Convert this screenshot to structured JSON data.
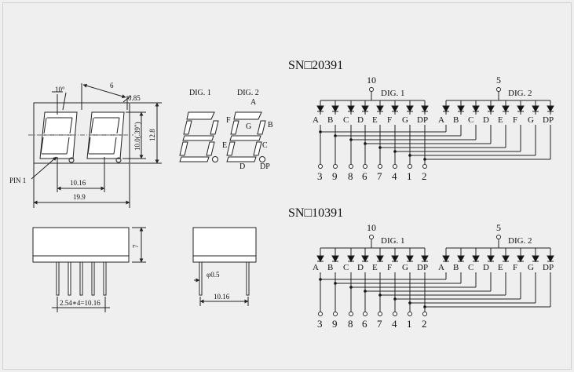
{
  "dimensions": {
    "top_view": {
      "angle": "10°",
      "digit_width": "6",
      "segment_width": "0.85",
      "digit_height": "10.0(.39\")",
      "body_height": "12.8",
      "pin1_label": "PIN 1",
      "digit_pitch": "10.16",
      "body_width": "19.9"
    },
    "side_view": {
      "height": "7",
      "pin_pitch": "2.54∗4=10.16"
    },
    "end_view": {
      "pin_diameter": "φ0.5",
      "row_spacing": "10.16"
    }
  },
  "segment_labels": {
    "dig1": "DIG. 1",
    "dig2": "DIG. 2",
    "a": "A",
    "b": "B",
    "c": "C",
    "d": "D",
    "e": "E",
    "f": "F",
    "g": "G",
    "dp": "DP"
  },
  "schematics": [
    {
      "title": "SN□20391",
      "common_type": "anode",
      "digits": [
        {
          "label": "DIG. 1",
          "common_pin": "10"
        },
        {
          "label": "DIG. 2",
          "common_pin": "5"
        }
      ],
      "segments": [
        "A",
        "B",
        "C",
        "D",
        "E",
        "F",
        "G",
        "DP"
      ],
      "pins": [
        "3",
        "9",
        "8",
        "6",
        "7",
        "4",
        "1",
        "2"
      ]
    },
    {
      "title": "SN□10391",
      "common_type": "cathode",
      "digits": [
        {
          "label": "DIG. 1",
          "common_pin": "10"
        },
        {
          "label": "DIG. 2",
          "common_pin": "5"
        }
      ],
      "segments": [
        "A",
        "B",
        "C",
        "D",
        "E",
        "F",
        "G",
        "DP"
      ],
      "pins": [
        "3",
        "9",
        "8",
        "6",
        "7",
        "4",
        "1",
        "2"
      ]
    }
  ]
}
